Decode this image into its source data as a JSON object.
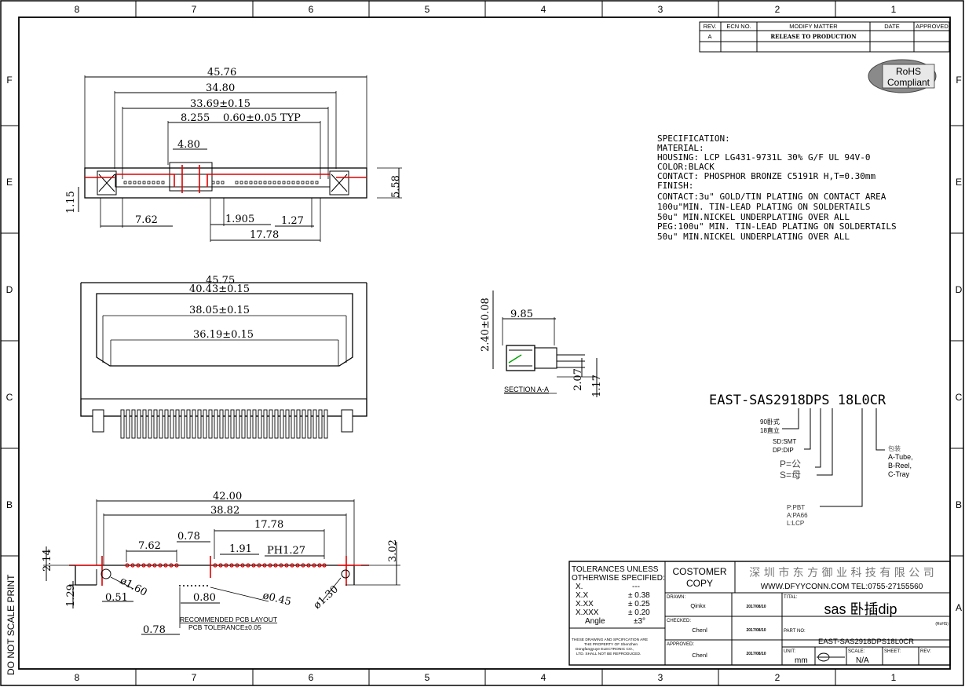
{
  "border": {
    "cols": [
      "8",
      "7",
      "6",
      "5",
      "4",
      "3",
      "2",
      "1"
    ],
    "rows": [
      "F",
      "E",
      "D",
      "C",
      "B",
      "A"
    ],
    "side_note": "DO NOT SCALE PRINT"
  },
  "revision_block": {
    "headers": [
      "REV.",
      "ECN NO.",
      "MODIFY MATTER",
      "DATE",
      "APPROVED"
    ],
    "row": [
      "A",
      "",
      "RELEASE TO PRODUCTION",
      "",
      ""
    ]
  },
  "rohs": {
    "line1": "RoHS",
    "line2": "Compliant"
  },
  "specification": [
    "SPECIFICATION:",
    "MATERIAL:",
    "HOUSING: LCP LG431-9731L 30% G/F UL 94V-0",
    "COLOR:BLACK",
    "CONTACT: PHOSPHOR BRONZE C5191R H,T=0.30mm",
    "FINISH:",
    "CONTACT:3u\" GOLD/TIN PLATING ON CONTACT AREA",
    "100u\"MIN. TIN-LEAD PLATING ON SOLDERTAILS",
    "50u\" MIN.NICKEL UNDERPLATING OVER ALL",
    "PEG:100u\" MIN. TIN-LEAD PLATING ON SOLDERTAILS",
    "50u\" MIN.NICKEL UNDERPLATING OVER ALL"
  ],
  "top_view": {
    "dims": [
      "45.76",
      "34.80",
      "33.69±0.15",
      "8.255",
      "0.60±0.05 TYP",
      "4.80",
      "1.15",
      "5.58",
      "7.62",
      "1.905",
      "1.27",
      "17.78"
    ]
  },
  "front_view": {
    "dims": [
      "45.75",
      "40.43±0.15",
      "38.05±0.15",
      "36.19±0.15"
    ]
  },
  "section_view": {
    "dims": [
      "2.40±0.08",
      "9.85",
      "2.07",
      "1.17"
    ],
    "label": "SECTION A-A"
  },
  "pcb_view": {
    "dims": [
      "42.00",
      "38.82",
      "17.78",
      "7.62",
      "0.78",
      "1.91",
      "PH1.27",
      "2.14",
      "3.02",
      "1.29",
      "0.51",
      "0.80",
      "ø1.60",
      "ø0.45",
      "ø1.30",
      "0.78"
    ],
    "title": "RECOMMENDED PCB LAYOUT",
    "tolerance": "PCB TOLERANCE±0.05"
  },
  "part_code": {
    "code": "EAST-SAS2918DPS 18L0CR",
    "notes": {
      "angle": [
        "90卧式",
        "18直立"
      ],
      "mount": [
        "SD:SMT",
        "DP:DIP"
      ],
      "gender": [
        "P=公",
        "S=母"
      ],
      "material": [
        "P:PBT",
        "A:PA66",
        "L:LCP"
      ],
      "pack": [
        "包装",
        "A-Tube,",
        "B-Reel,",
        "C-Tray"
      ]
    }
  },
  "title_block": {
    "tolerances": {
      "head": [
        "TOLERANCES UNLESS",
        "OTHERWISE SPECIFIED:"
      ],
      "rows": [
        [
          "X.",
          "---"
        ],
        [
          "X.X",
          "± 0.38"
        ],
        [
          "X.XX",
          "± 0.25"
        ],
        [
          "X.XXX",
          "± 0.20"
        ],
        [
          "Angle",
          "±3°"
        ]
      ]
    },
    "customer_copy": [
      "COSTOMER",
      "COPY"
    ],
    "company_cn": "深 圳 市 东 方 御 业 科 技 有 限 公 司",
    "company_web": "WWW.DFYYCONN.COM   TEL:0755-27155560",
    "drawn_label": "DRAWN:",
    "drawn_name": "Qinkx",
    "drawn_date": "2017/08/10",
    "checked_label": "CHECKED:",
    "checked_name": "Chenl",
    "checked_date": "2017/08/10",
    "approved_label": "APPROVED:",
    "approved_name": "Chenl",
    "approved_date": "2017/08/10",
    "title_label": "TITAL:",
    "title_value": "sas 卧插dip",
    "rohs_small": "(RoHS)",
    "partno_label": "PART NO:",
    "partno_value": "EAST-SAS2918DPS18L0CR",
    "unit_label": "UNIT:",
    "unit_value": "mm",
    "scale_label": "SCALE:",
    "scale_value": "N/A",
    "sheet_label": "SHEET:",
    "rev_label": "REV:",
    "property_note": [
      "THESE DRAWING AND SPCIFICATION ARE",
      "THE PROPERTY OF Shenzhen",
      "Dongfangyuye ELECTRONIC CO.,",
      "LTD. SHALL NOT BE REPRODUCED."
    ]
  }
}
